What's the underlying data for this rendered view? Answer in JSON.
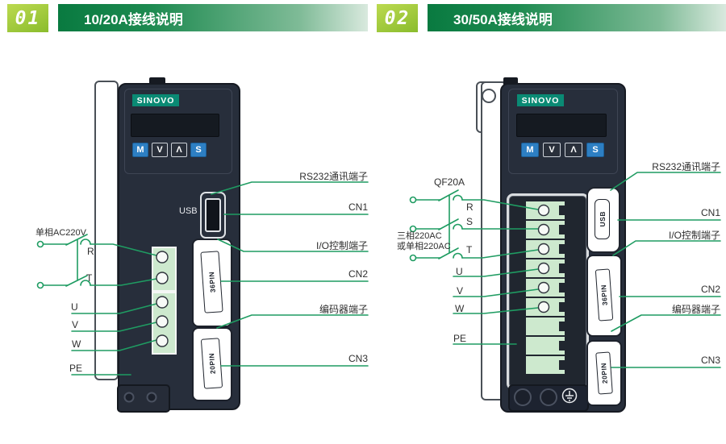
{
  "colors": {
    "wire_green": "#1f9c62",
    "header_green": "#097a40",
    "badge_green": "#9dc93b",
    "logo_teal": "#0a8a74",
    "device_body": "#272e3b",
    "button_blue": "#2d7fc3",
    "terminal_green": "#cde9ce"
  },
  "p1": {
    "badge": "01",
    "title": "10/20A接线说明",
    "brand": "SINOVO",
    "btn_mode": "M",
    "btn_down": "V",
    "btn_up": "Λ",
    "btn_set": "S",
    "usb_label": "USB",
    "cn1_plug": "36PIN",
    "cn3_plug": "20PIN",
    "supply": "单相AC220V",
    "phase_r": "R",
    "phase_t": "T",
    "out_u": "U",
    "out_v": "V",
    "out_w": "W",
    "ground": "PE",
    "rs232": "RS232通讯端子",
    "cn1": "CN1",
    "io": "I/O控制端子",
    "cn2": "CN2",
    "encoder": "编码器端子",
    "cn3": "CN3"
  },
  "p2": {
    "badge": "02",
    "title": "30/50A接线说明",
    "brand": "SINOVO",
    "btn_mode": "M",
    "btn_down": "V",
    "btn_up": "Λ",
    "btn_set": "S",
    "usb_plug": "USB",
    "cn1_plug": "36PIN",
    "cn3_plug": "20PIN",
    "breaker": "QF20A",
    "supply_line1": "三相220AC",
    "supply_line2": "或单相220AC",
    "phase_r": "R",
    "phase_s": "S",
    "phase_t": "T",
    "out_u": "U",
    "out_v": "V",
    "out_w": "W",
    "ground": "PE",
    "rs232": "RS232通讯端子",
    "cn1": "CN1",
    "io": "I/O控制端子",
    "cn2": "CN2",
    "encoder": "编码器端子",
    "cn3": "CN3"
  }
}
